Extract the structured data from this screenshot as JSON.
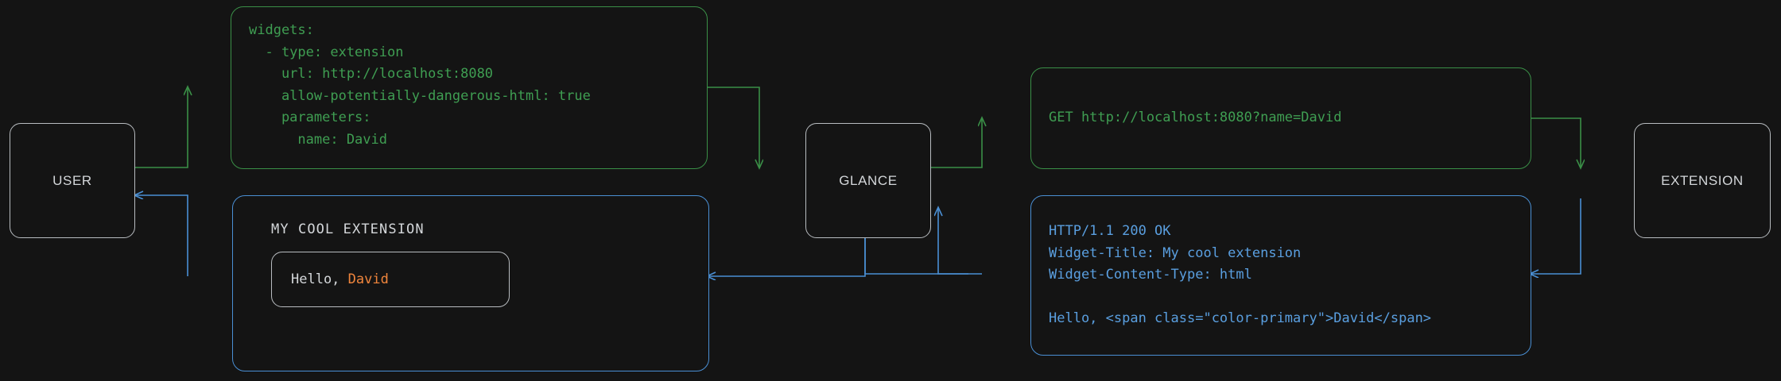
{
  "diagram": {
    "title": "Glance extension widget request flow",
    "background_color": "#141414",
    "colors": {
      "request_green": "#3f9e52",
      "response_blue": "#5a9fe0",
      "node_border": "#b8bcc0",
      "text_light": "#d4d7da",
      "accent_primary": "#f0853c"
    }
  },
  "nodes": {
    "user": {
      "label": "USER"
    },
    "glance": {
      "label": "GLANCE"
    },
    "extension": {
      "label": "EXTENSION"
    }
  },
  "boxes": {
    "config_yaml": {
      "name": "widget-config-yaml",
      "color": "#3f9e52",
      "lines": [
        "widgets:",
        "  - type: extension",
        "    url: http://localhost:8080",
        "    allow-potentially-dangerous-html: true",
        "    parameters:",
        "      name: David"
      ]
    },
    "http_request": {
      "name": "http-request",
      "color": "#3f9e52",
      "lines": [
        "GET http://localhost:8080?name=David"
      ]
    },
    "http_response": {
      "name": "http-response",
      "color": "#5a9fe0",
      "lines": [
        "HTTP/1.1 200 OK",
        "Widget-Title: My cool extension",
        "Widget-Content-Type: html",
        "",
        "Hello, <span class=\"color-primary\">David</span>"
      ]
    },
    "rendered_widget": {
      "name": "rendered-widget",
      "color": "#5a9fe0",
      "title": "MY COOL EXTENSION",
      "body_prefix": "Hello, ",
      "body_accent": "David"
    }
  },
  "flow": {
    "request_direction": "left-to-right",
    "response_direction": "right-to-left"
  }
}
